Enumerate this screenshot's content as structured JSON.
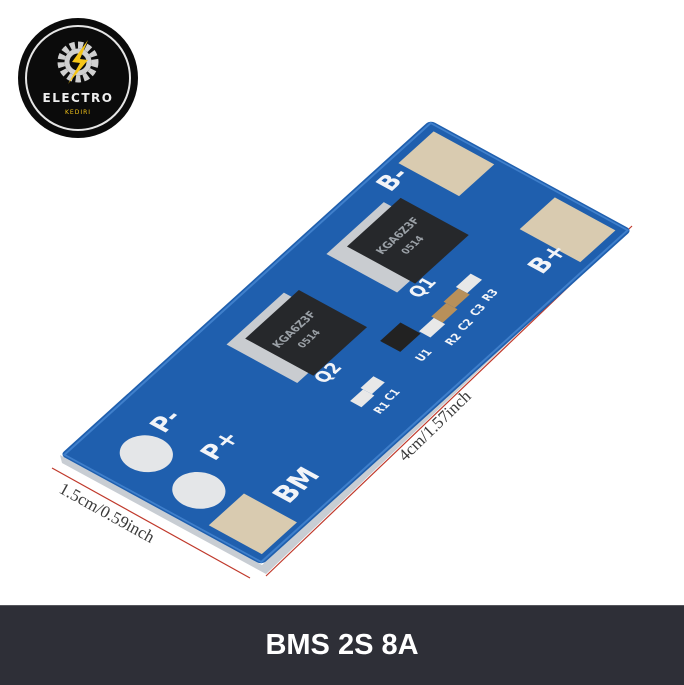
{
  "logo": {
    "brand": "ELECTRO",
    "sub": "KEDIRI"
  },
  "product_title": "BMS 2S 8A",
  "board": {
    "labels": {
      "b_minus": "B-",
      "b_plus": "B+",
      "q1": "Q1",
      "q2": "Q2",
      "p_minus": "P-",
      "p_plus": "P+",
      "bm": "BM",
      "r3": "R3",
      "c3": "C3",
      "c2": "C2",
      "r2": "R2",
      "u1": "U1",
      "c1": "C1",
      "r1": "R1"
    },
    "mosfet_marking": "KGA6Z3F",
    "mosfet_code": "0514"
  },
  "dimensions": {
    "width": "1.5cm/0.59inch",
    "length": "4cm/1.57inch"
  },
  "colors": {
    "pcb": "#1f5fae",
    "banner": "#2e2f37",
    "pad": "#d9cbb0",
    "logo_bolt": "#f5c518"
  }
}
